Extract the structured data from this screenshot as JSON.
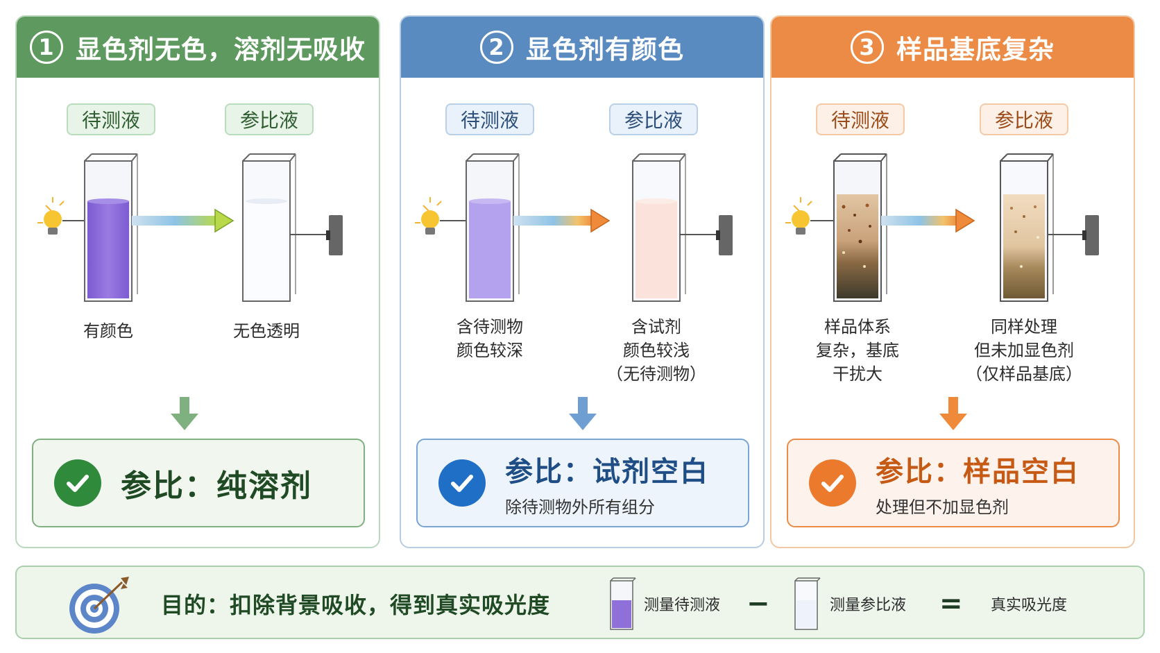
{
  "panels": [
    {
      "number": "1",
      "title": "显色剂无色，溶剂无吸收",
      "sample_tag": "待测液",
      "ref_tag": "参比液",
      "sample_caption": [
        "有颜色"
      ],
      "ref_caption": [
        "无色透明"
      ],
      "result_title": "参比：纯溶剂",
      "result_sub": ""
    },
    {
      "number": "2",
      "title": "显色剂有颜色",
      "sample_tag": "待测液",
      "ref_tag": "参比液",
      "sample_caption": [
        "含待测物",
        "颜色较深"
      ],
      "ref_caption": [
        "含试剂",
        "颜色较浅",
        "（无待测物）"
      ],
      "result_title": "参比：试剂空白",
      "result_sub": "除待测物外所有组分"
    },
    {
      "number": "3",
      "title": "样品基底复杂",
      "sample_tag": "待测液",
      "ref_tag": "参比液",
      "sample_caption": [
        "样品体系",
        "复杂，基底",
        "干扰大"
      ],
      "ref_caption": [
        "同样处理",
        "但未加显色剂",
        "（仅样品基底）"
      ],
      "result_title": "参比：样品空白",
      "result_sub": "处理但不加显色剂"
    }
  ],
  "bottom": {
    "goal": "目的：扣除背景吸收，得到真实吸光度",
    "measure_sample": "测量待测液",
    "minus": "−",
    "measure_ref": "测量参比液",
    "equals": "=",
    "result": "真实吸光度"
  },
  "colors": {
    "green": "#5e9a5f",
    "blue": "#5a8bc0",
    "orange": "#ec8b46",
    "purple": "#8f6fd8"
  }
}
